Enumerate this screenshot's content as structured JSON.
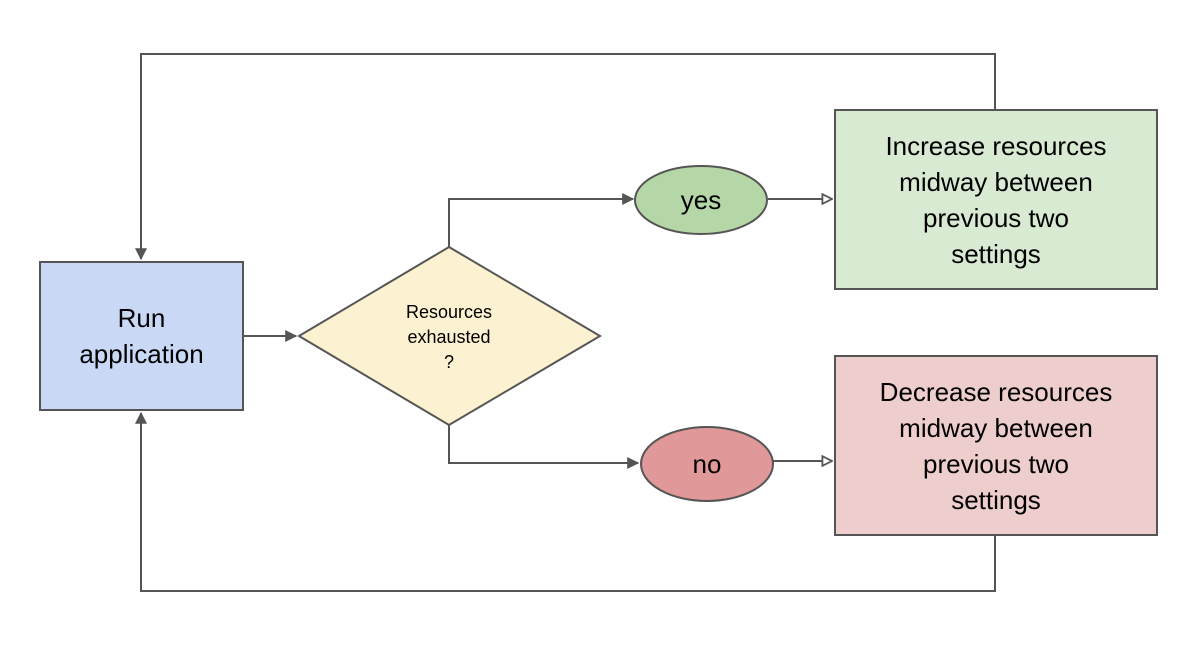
{
  "nodes": {
    "run": {
      "text": "Run\napplication",
      "fill": "#c9d9f5"
    },
    "decision": {
      "text": "Resources\nexhausted\n?",
      "fill": "#fcf1d0"
    },
    "yes": {
      "text": "yes",
      "fill": "#b5d7a8"
    },
    "no": {
      "text": "no",
      "fill": "#e09898"
    },
    "increase": {
      "text": "Increase resources\nmidway between\nprevious two\nsettings",
      "fill": "#d9ead3"
    },
    "decrease": {
      "text": "Decrease resources\nmidway between\nprevious two\nsettings",
      "fill": "#eecdcd"
    }
  },
  "colors": {
    "stroke": "#555555",
    "text": "#000000"
  }
}
